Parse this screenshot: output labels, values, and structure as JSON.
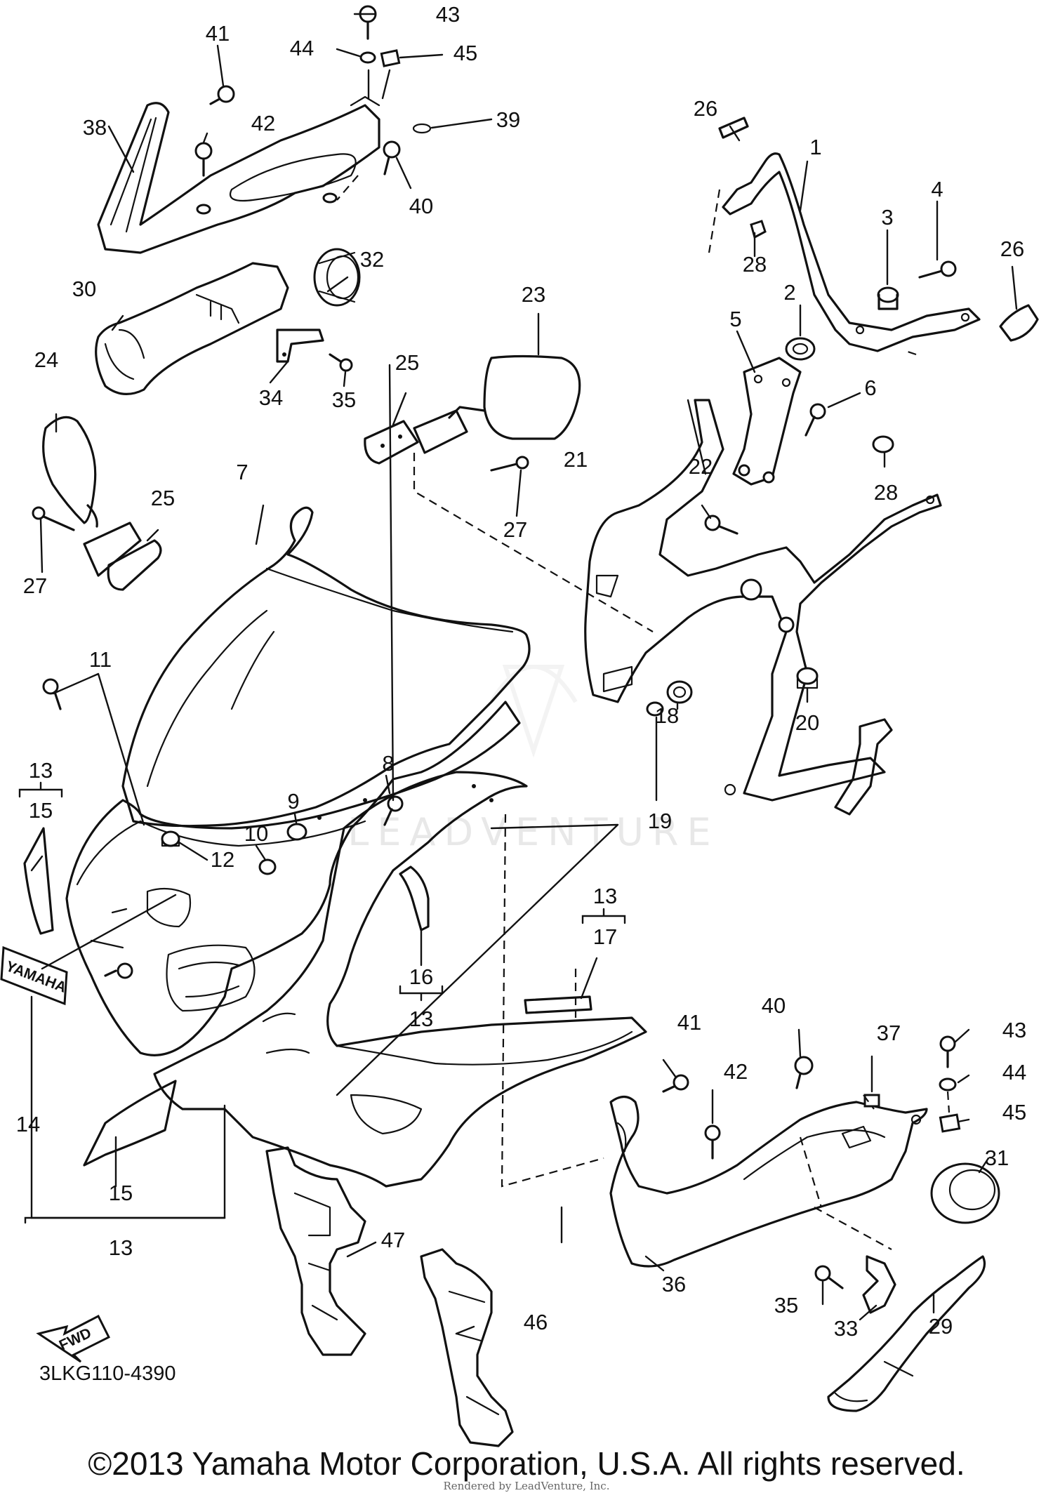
{
  "diagram": {
    "watermark": "LEADVENTURE",
    "emblem_text": "YAMAHA",
    "fwd_label": "FWD",
    "diagram_code": "3LKG110-4390",
    "copyright": "©2013 Yamaha Motor Corporation, U.S.A. All rights reserved.",
    "render_credit": "Rendered by LeadVenture, Inc.",
    "callouts": {
      "c1": "1",
      "c2": "2",
      "c3": "3",
      "c4": "4",
      "c5": "5",
      "c6": "6",
      "c7": "7",
      "c8": "8",
      "c9": "9",
      "c10": "10",
      "c11": "11",
      "c12": "12",
      "c13a": "13",
      "c13b": "13",
      "c13c": "13",
      "c13d": "13",
      "c14": "14",
      "c15a": "15",
      "c15b": "15",
      "c16": "16",
      "c17": "17",
      "c18": "18",
      "c19": "19",
      "c20": "20",
      "c21": "21",
      "c22": "22",
      "c23": "23",
      "c24": "24",
      "c25a": "25",
      "c25b": "25",
      "c26a": "26",
      "c26b": "26",
      "c27a": "27",
      "c27b": "27",
      "c28a": "28",
      "c28b": "28",
      "c29": "29",
      "c30": "30",
      "c31": "31",
      "c32": "32",
      "c33": "33",
      "c34": "34",
      "c35a": "35",
      "c35b": "35",
      "c36": "36",
      "c37": "37",
      "c38": "38",
      "c39": "39",
      "c40a": "40",
      "c40b": "40",
      "c41a": "41",
      "c41b": "41",
      "c42a": "42",
      "c42b": "42",
      "c43a": "43",
      "c43b": "43",
      "c44a": "44",
      "c44b": "44",
      "c45a": "45",
      "c45b": "45",
      "c46": "46",
      "c47": "47"
    }
  }
}
